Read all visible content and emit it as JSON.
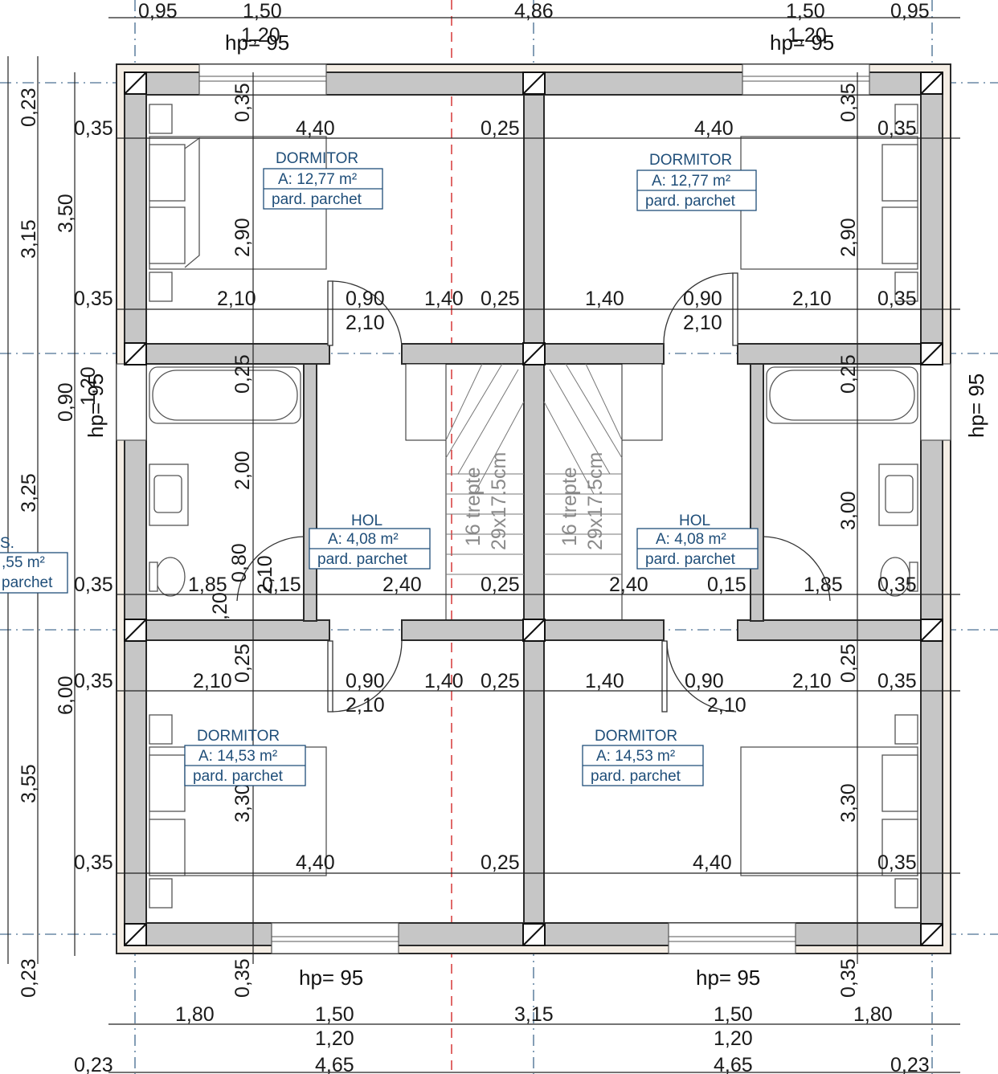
{
  "plan": {
    "top_dims_row1": [
      "0,95",
      "1,50",
      "4,86",
      "1,50",
      "0,95"
    ],
    "top_window_heights": [
      "1,20",
      "1,20"
    ],
    "top_hp": [
      "hp= 95",
      "hp= 95"
    ],
    "left_outer_dims": [
      "0,23",
      "3,15",
      "3,25",
      "3,55",
      "0,23"
    ],
    "left_inner_dims": [
      "3,50",
      "0,90",
      "1,20",
      "6,00"
    ],
    "left_hp": "hp= 95",
    "right_hp": "hp= 95",
    "bottom_hp": [
      "hp= 95",
      "hp= 95"
    ],
    "bottom_dims_row1": [
      "1,80",
      "1,50",
      "3,15",
      "1,50",
      "1,80"
    ],
    "bottom_window_heights": [
      "1,20",
      "1,20"
    ],
    "bottom_dims_row2": [
      "0,23",
      "4,65",
      "4,65",
      "0,23"
    ],
    "vertical_035": "0,35",
    "cut_off_left_room": {
      "name": "S.",
      "area": ",55 m²",
      "floor": "parchet"
    },
    "rooms": [
      {
        "name": "DORMITOR",
        "area": "A: 12,77 m²",
        "floor": "pard. parchet"
      },
      {
        "name": "DORMITOR",
        "area": "A: 12,77 m²",
        "floor": "pard. parchet"
      },
      {
        "name": "HOL",
        "area": "A: 4,08 m²",
        "floor": "pard. parchet"
      },
      {
        "name": "HOL",
        "area": "A: 4,08 m²",
        "floor": "pard. parchet"
      },
      {
        "name": "DORMITOR",
        "area": "A: 14,53 m²",
        "floor": "pard. parchet"
      },
      {
        "name": "DORMITOR",
        "area": "A: 14,53 m²",
        "floor": "pard. parchet"
      }
    ],
    "stairs": {
      "steps": "16 trepte",
      "size": "29x17.5cm"
    },
    "interior_dims": {
      "w035": "0,35",
      "w440": "4,40",
      "w025": "0,25",
      "w210": "2,10",
      "w090": "0,90",
      "w140": "1,40",
      "w185": "1,85",
      "w015": "0,15",
      "w240": "2,40",
      "h290": "2,90",
      "h200": "2,00",
      "h300": "3,00",
      "h330": "3,30",
      "h080": "0,80",
      "h020": ",20",
      "h210": "2,10"
    }
  }
}
